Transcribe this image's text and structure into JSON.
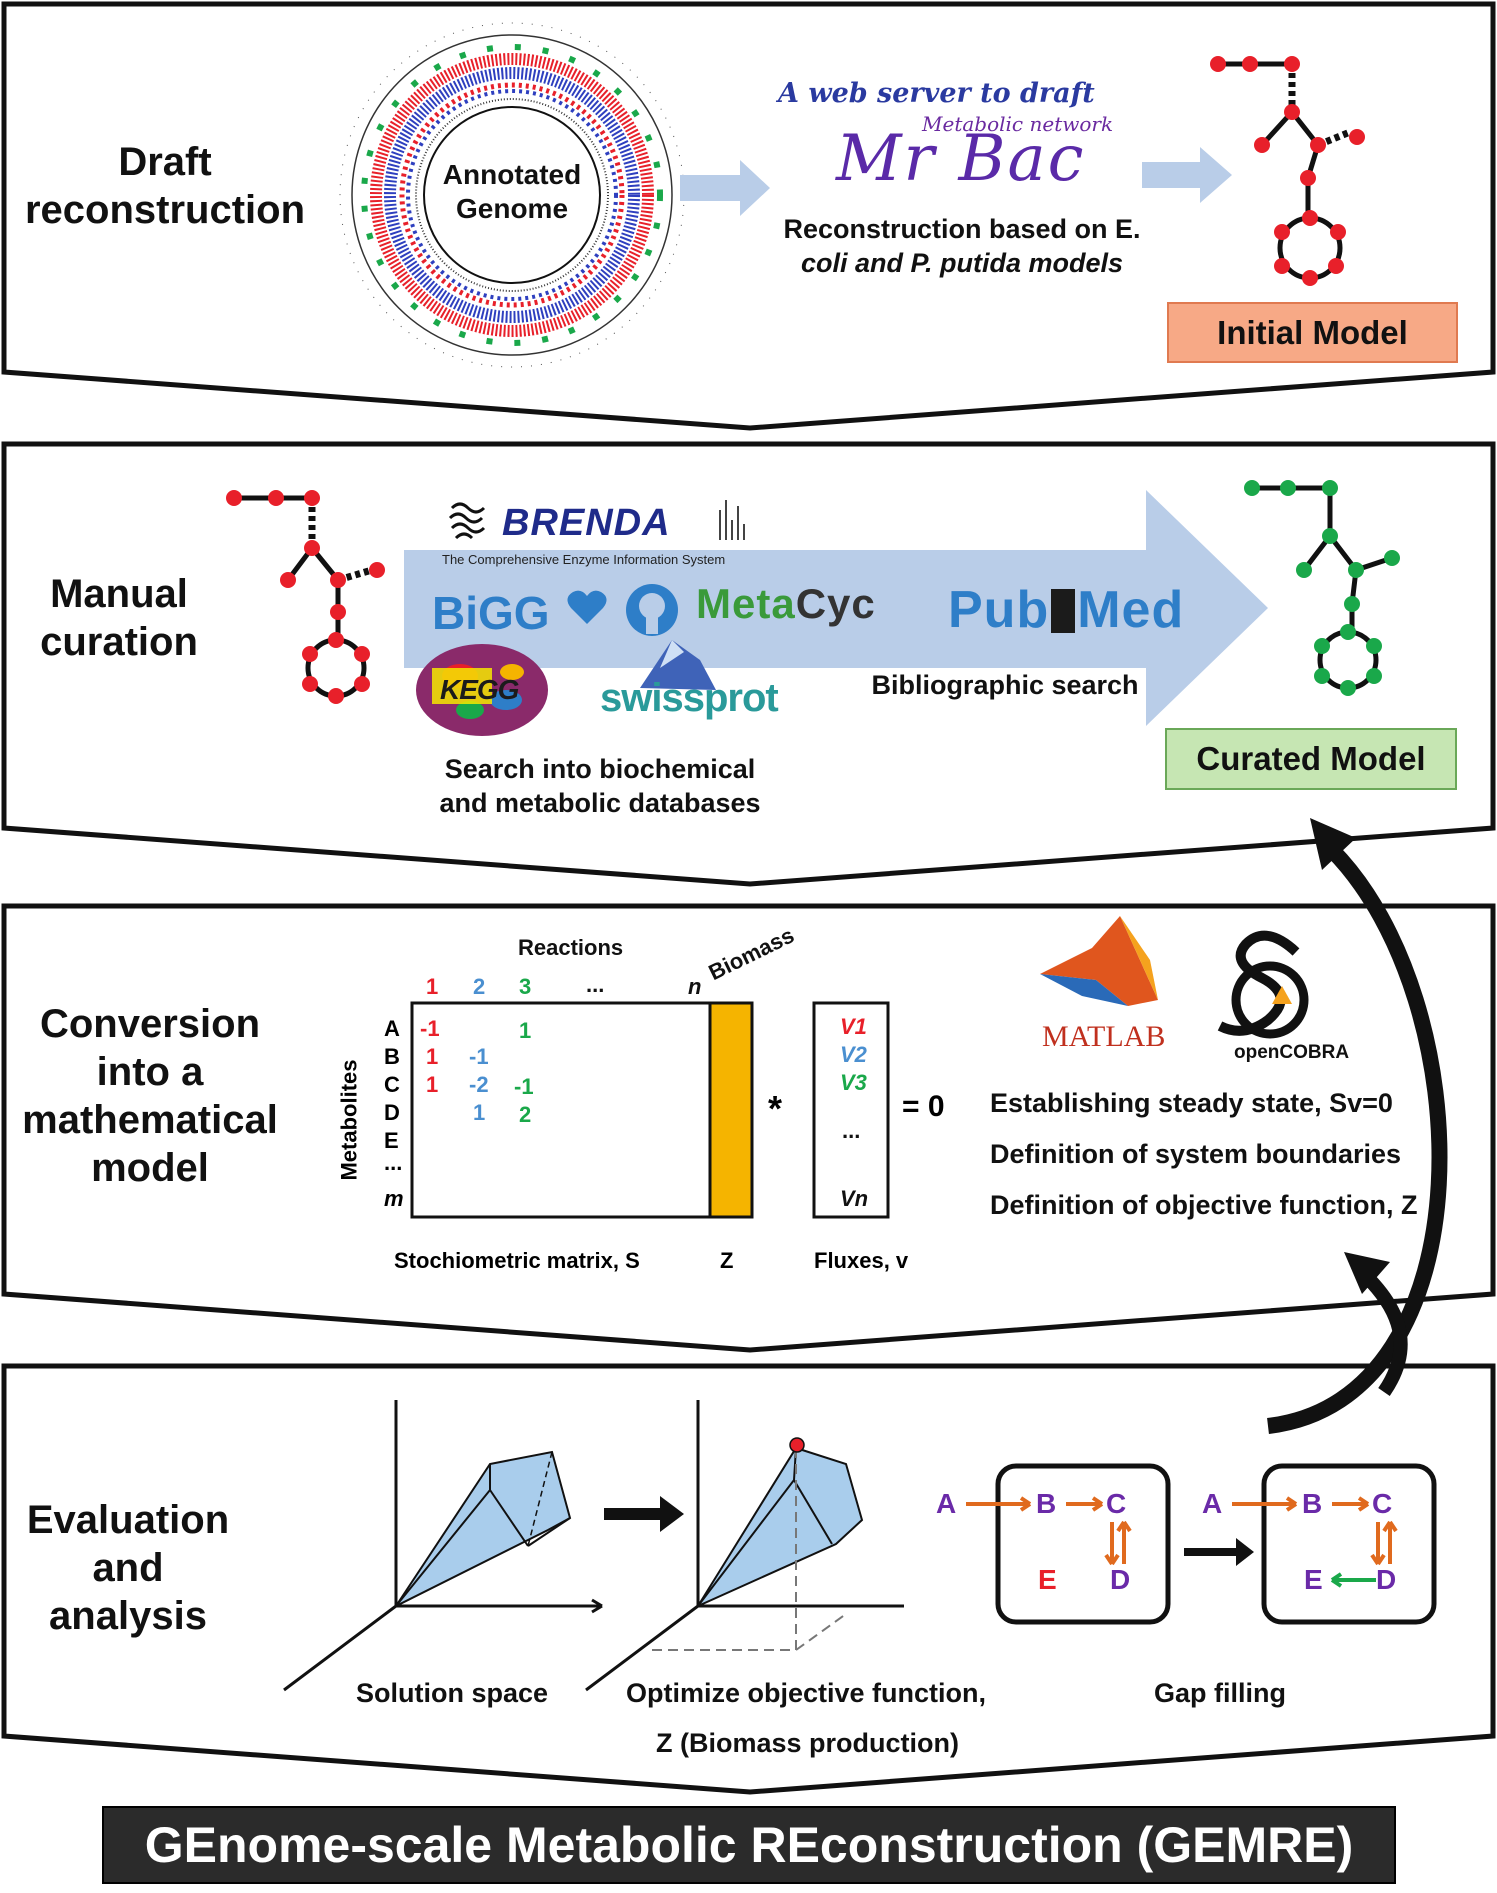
{
  "stages": {
    "draft": {
      "label": "Draft\nreconstruction",
      "genome_label": "Annotated\nGenome",
      "mrbac_tagline": "A web server to draft",
      "mrbac_subtitle": "Metabolic network",
      "mrbac_name": "Mr Bac",
      "caption_line1": "Reconstruction based on E.",
      "caption_line2": "coli and P. putida models",
      "model_badge": "Initial Model"
    },
    "curation": {
      "label": "Manual\ncuration",
      "brenda": "BRENDA",
      "brenda_sub": "The Comprehensive Enzyme Information System",
      "bigg": "BiGG",
      "metacyc_a": "Meta",
      "metacyc_b": "Cyc",
      "pubmed_a": "Pub",
      "pubmed_b": "Med",
      "kegg": "KEGG",
      "swissprot": "swissprot",
      "biblio_caption": "Bibliographic search",
      "db_caption": "Search into biochemical\nand metabolic databases",
      "model_badge": "Curated Model"
    },
    "conversion": {
      "label": "Conversion\ninto a\nmathematical\nmodel",
      "reactions_label": "Reactions",
      "metabolites_label": "Metabolites",
      "col_headers": [
        "1",
        "2",
        "3",
        "...",
        "n"
      ],
      "biomass_label": "Biomass",
      "row_headers": [
        "A",
        "B",
        "C",
        "D",
        "E",
        "...",
        "m"
      ],
      "matrix_values": [
        {
          "row": "A",
          "col": "1",
          "value": "-1"
        },
        {
          "row": "A",
          "col": "3",
          "value": "1"
        },
        {
          "row": "B",
          "col": "1",
          "value": "1"
        },
        {
          "row": "B",
          "col": "2",
          "value": "-1"
        },
        {
          "row": "C",
          "col": "1",
          "value": "1"
        },
        {
          "row": "C",
          "col": "2",
          "value": "-2"
        },
        {
          "row": "C",
          "col": "3",
          "value": "-1"
        },
        {
          "row": "D",
          "col": "2",
          "value": "1"
        },
        {
          "row": "D",
          "col": "3",
          "value": "2"
        }
      ],
      "multiply": "*",
      "flux_vector": [
        "V1",
        "V2",
        "V3",
        "...",
        "Vn"
      ],
      "equals": "= 0",
      "matrix_caption": "Stochiometric matrix, S",
      "z_caption": "Z",
      "flux_caption": "Fluxes, v",
      "matlab": "MATLAB",
      "opencobra": "openCOBRA",
      "steps": [
        "Establishing steady state, Sv=0",
        "Definition of system boundaries",
        "Definition of objective function, Z"
      ]
    },
    "evaluation": {
      "label": "Evaluation\nand\nanalysis",
      "solution_caption": "Solution space",
      "optimize_caption_1": "Optimize objective function,",
      "optimize_caption_2": "Z (Biomass production)",
      "gap_caption": "Gap filling",
      "nodes": [
        "A",
        "B",
        "C",
        "D",
        "E"
      ]
    }
  },
  "footer": "GEnome-scale Metabolic REconstruction (GEMRE)",
  "colors": {
    "red_node": "#e8202a",
    "green_node": "#1aa84a",
    "initial_badge": "#f7a986",
    "curated_badge": "#c6e6b3",
    "biomass_bar": "#f5b400",
    "flow_arrow": "#b9cde8",
    "col1": "#e8202a",
    "col2": "#4a8fd0",
    "col3": "#1aa84a"
  }
}
